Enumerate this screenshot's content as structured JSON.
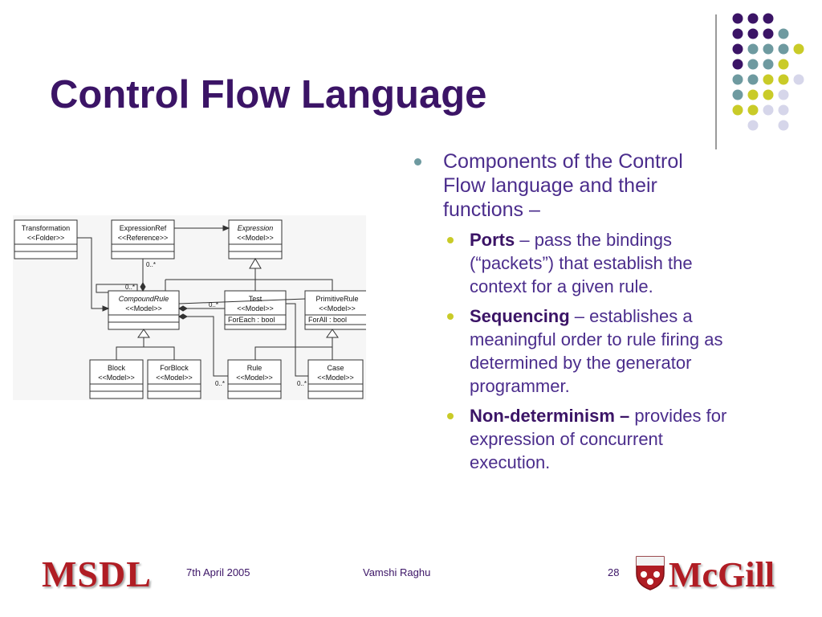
{
  "slide": {
    "title": "Control Flow Language",
    "bullets": {
      "main": "Components of the Control Flow language and their functions –",
      "sub": [
        {
          "term": "Ports",
          "text": " – pass the bindings (“packets”) that establish the context for a given rule."
        },
        {
          "term": "Sequencing",
          "text": " – establishes a meaningful order to rule firing as determined by the generator programmer."
        },
        {
          "term": "Non-determinism –",
          "text": " provides for expression of concurrent execution."
        }
      ]
    }
  },
  "diagram": {
    "classes": {
      "transformation": {
        "name": "Transformation",
        "stereo": "<<Folder>>"
      },
      "expressionref": {
        "name": "ExpressionRef",
        "stereo": "<<Reference>>"
      },
      "expression": {
        "name": "Expression",
        "stereo": "<<Model>>"
      },
      "compoundrule": {
        "name": "CompoundRule",
        "stereo": "<<Model>>"
      },
      "test": {
        "name": "Test",
        "stereo": "<<Model>>",
        "attr": "ForEach : bool"
      },
      "primitiverule": {
        "name": "PrimitiveRule",
        "stereo": "<<Model>>",
        "attr": "ForAll :    bool"
      },
      "block": {
        "name": "Block",
        "stereo": "<<Model>>"
      },
      "forblock": {
        "name": "ForBlock",
        "stereo": "<<Model>>"
      },
      "rule": {
        "name": "Rule",
        "stereo": "<<Model>>"
      },
      "case": {
        "name": "Case",
        "stereo": "<<Model>>"
      }
    },
    "multiplicity": "0..*"
  },
  "footer": {
    "logo_left": "MSDL",
    "date": "7th April 2005",
    "author": "Vamshi Raghu",
    "page": "28",
    "logo_right": "McGill"
  },
  "colors": {
    "title": "#3b1466",
    "body_text": "#4b2d8c",
    "accent_teal": "#6e9aa0",
    "accent_yellow": "#c9cb28",
    "accent_lavender": "#d6d6ea",
    "logo_red": "#b01d24"
  }
}
